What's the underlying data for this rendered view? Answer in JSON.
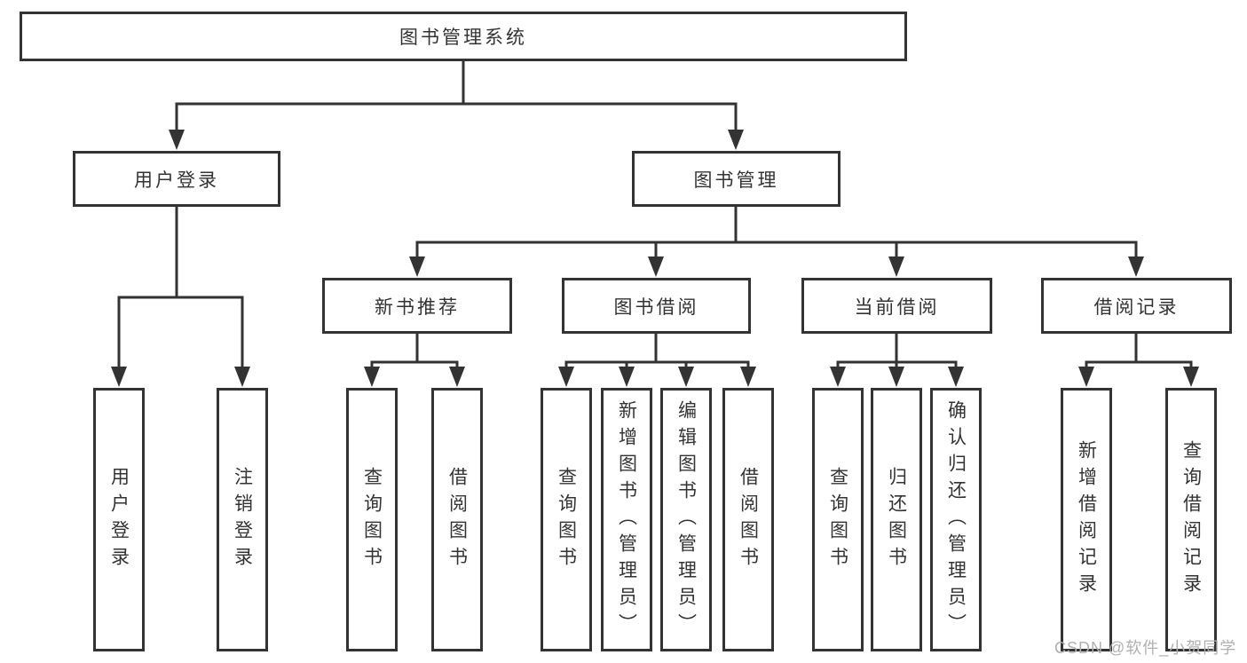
{
  "colors": {
    "line": "#333333",
    "text": "#333333",
    "box_background": "#ffffff",
    "watermark": "#b0b0b0"
  },
  "watermark": {
    "text": "CSDN @软件_小贺同学"
  },
  "tree": {
    "label": "图书管理系统",
    "children": [
      {
        "label": "用户登录",
        "children": [
          {
            "label": "用户登录"
          },
          {
            "label": "注销登录"
          }
        ]
      },
      {
        "label": "图书管理",
        "children": [
          {
            "label": "新书推荐",
            "children": [
              {
                "label": "查询图书"
              },
              {
                "label": "借阅图书"
              }
            ]
          },
          {
            "label": "图书借阅",
            "children": [
              {
                "label": "查询图书"
              },
              {
                "label": "新增图书（管理员）"
              },
              {
                "label": "编辑图书（管理员）"
              },
              {
                "label": "借阅图书"
              }
            ]
          },
          {
            "label": "当前借阅",
            "children": [
              {
                "label": "查询图书"
              },
              {
                "label": "归还图书"
              },
              {
                "label": "确认归还（管理员）"
              }
            ]
          },
          {
            "label": "借阅记录",
            "children": [
              {
                "label": "新增借阅记录"
              },
              {
                "label": "查询借阅记录"
              }
            ]
          }
        ]
      }
    ]
  }
}
